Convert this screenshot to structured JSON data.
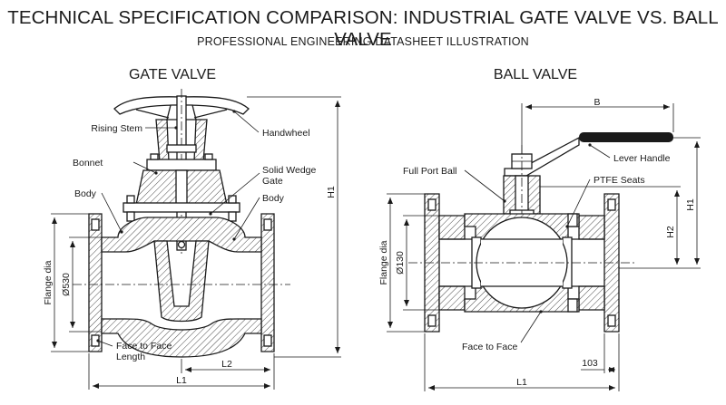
{
  "header": {
    "title": "TECHNICAL SPECIFICATION COMPARISON: INDUSTRIAL GATE VALVE VS. BALL VALVE",
    "subtitle": "PROFESSIONAL ENGINEERING DATASHEET ILLUSTRATION"
  },
  "gate_valve": {
    "heading": "GATE VALVE",
    "labels": {
      "rising_stem": "Rising Stem",
      "handwheel": "Handwheel",
      "bonnet": "Bonnet",
      "solid_wedge_gate_1": "Solid Wedge",
      "solid_wedge_gate_2": "Gate",
      "body_left": "Body",
      "body_right": "Body",
      "face_to_face_1": "Face to Face",
      "face_to_face_2": "Length"
    },
    "dimensions": {
      "flange_dia": "Flange dia",
      "bore": "Ø530",
      "h1": "H1",
      "l1": "L1",
      "l2": "L2"
    }
  },
  "ball_valve": {
    "heading": "BALL VALVE",
    "labels": {
      "lever_handle": "Lever Handle",
      "full_port_ball": "Full Port Ball",
      "ptfe_seats": "PTFE Seats",
      "face_to_face": "Face to Face"
    },
    "dimensions": {
      "b": "B",
      "h1": "H1",
      "h2": "H2",
      "flange_dia": "Flange dia",
      "bore": "Ø130",
      "l1": "L1",
      "d103": "103"
    }
  }
}
